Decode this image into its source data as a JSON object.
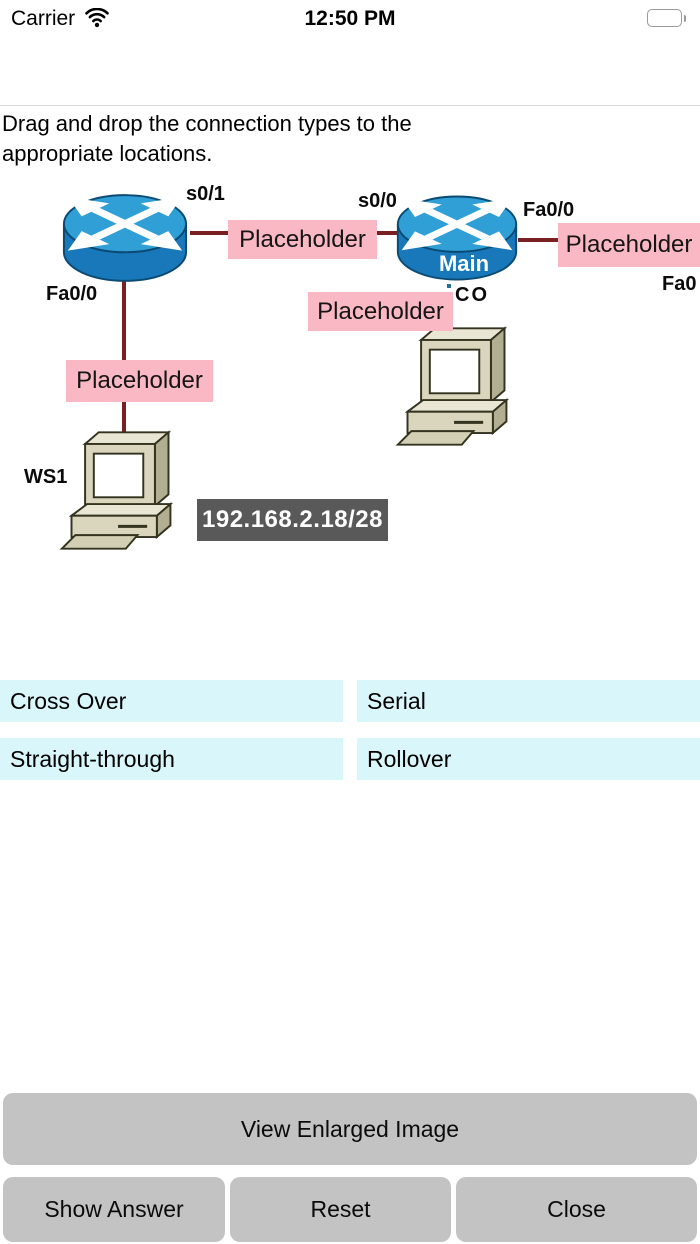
{
  "status_bar": {
    "carrier": "Carrier",
    "time": "12:50 PM"
  },
  "question": {
    "text": "Drag and drop the connection types to the appropriate locations."
  },
  "diagram": {
    "labels": {
      "left_router_serial": "s0/1",
      "left_router_fast": "Fa0/0",
      "main_router_serial": "s0/0",
      "main_router_fast": "Fa0/0",
      "main_router_name": "Main",
      "co_host": "CO",
      "ws1_host": "WS1",
      "right_edge_fast": "Fa0",
      "ip_address": "192.168.2.18/28"
    },
    "placeholders": [
      {
        "label": "Placeholder"
      },
      {
        "label": "Placeholder"
      },
      {
        "label": "Placeholder"
      },
      {
        "label": "Placeholder"
      }
    ]
  },
  "options": [
    {
      "label": "Cross Over"
    },
    {
      "label": "Serial"
    },
    {
      "label": "Straight-through"
    },
    {
      "label": "Rollover"
    }
  ],
  "buttons": {
    "view_enlarged": "View Enlarged Image",
    "show_answer": "Show Answer",
    "reset": "Reset",
    "close": "Close"
  },
  "colors": {
    "placeholder_pink": "#f9b8c3",
    "line_red": "#7a2023",
    "dotted_teal": "#24708e",
    "option_bg": "#d9f6fa",
    "button_gray": "#c3c3c3",
    "ip_bg": "#595959",
    "router_top": "#2f9fd6",
    "router_body": "#1878ba"
  }
}
